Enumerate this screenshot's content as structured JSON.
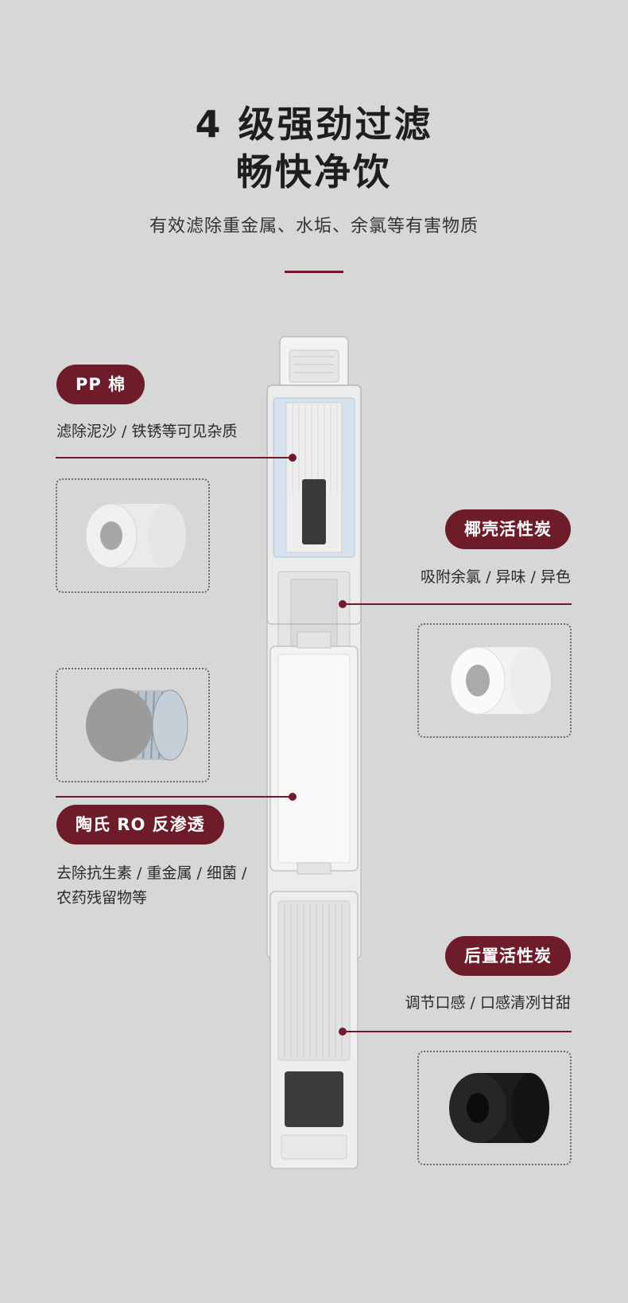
{
  "header": {
    "title_line1": "4 级强劲过滤",
    "title_line2": "畅快净饮",
    "subtitle": "有效滤除重金属、水垢、余氯等有害物质"
  },
  "stages": {
    "pp": {
      "name": "PP 棉",
      "desc": "滤除泥沙 / 铁锈等可见杂质"
    },
    "coconut_carbon": {
      "name": "椰壳活性炭",
      "desc": "吸附余氯 / 异味 / 异色"
    },
    "ro": {
      "name": "陶氏 RO 反渗透",
      "desc_line1": "去除抗生素 / 重金属 / 细菌 /",
      "desc_line2": "农药残留物等"
    },
    "post_carbon": {
      "name": "后置活性炭",
      "desc": "调节口感 / 口感清冽甘甜"
    }
  },
  "colors": {
    "background": "#d7d7d7",
    "accent": "#6e1c2a"
  },
  "icons": {
    "pp": "pp-cotton-cylinder-icon",
    "coconut": "white-carbon-cylinder-icon",
    "ro": "ro-membrane-roll-icon",
    "post": "black-carbon-cylinder-icon"
  }
}
